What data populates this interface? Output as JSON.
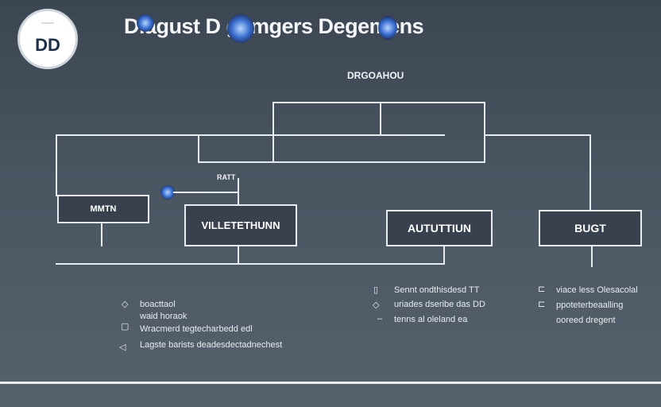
{
  "logo": {
    "small_text": "········",
    "initials": "DD"
  },
  "title": "Diagust D gemgers Degemens",
  "top_label": "DRGOAHOU",
  "small_label": "RATT",
  "boxes": {
    "left": "MMTN",
    "middle": "VILLETETHUNN",
    "automation": "AUTUTTIUN",
    "bugt": "BUGT"
  },
  "legend_left": [
    {
      "icon": "◇",
      "text": "boacttaol"
    },
    {
      "icon": "",
      "text": "waid horaok"
    },
    {
      "icon": "▢",
      "text": "Wracmerd tegtecharbedd edl"
    },
    {
      "icon": "◁",
      "text": "Lagste barists deadesdectadnechest"
    }
  ],
  "legend_mid": [
    {
      "icon": "▯",
      "text": "Sennt ondthisdesd TT"
    },
    {
      "icon": "◇",
      "text": "uriades dseribe das DD"
    },
    {
      "icon": "–",
      "text": "tenns al oleland ea"
    }
  ],
  "legend_right": [
    {
      "icon": "⊏",
      "text": "viace less Olesacolal"
    },
    {
      "icon": "⊏",
      "text": "ppoteterbeaalling"
    },
    {
      "icon": "",
      "text": "ooreed dregent"
    }
  ],
  "colors": {
    "background": "#4a5562",
    "line": "#e6ebf0",
    "accent": "#3b6fd1"
  }
}
